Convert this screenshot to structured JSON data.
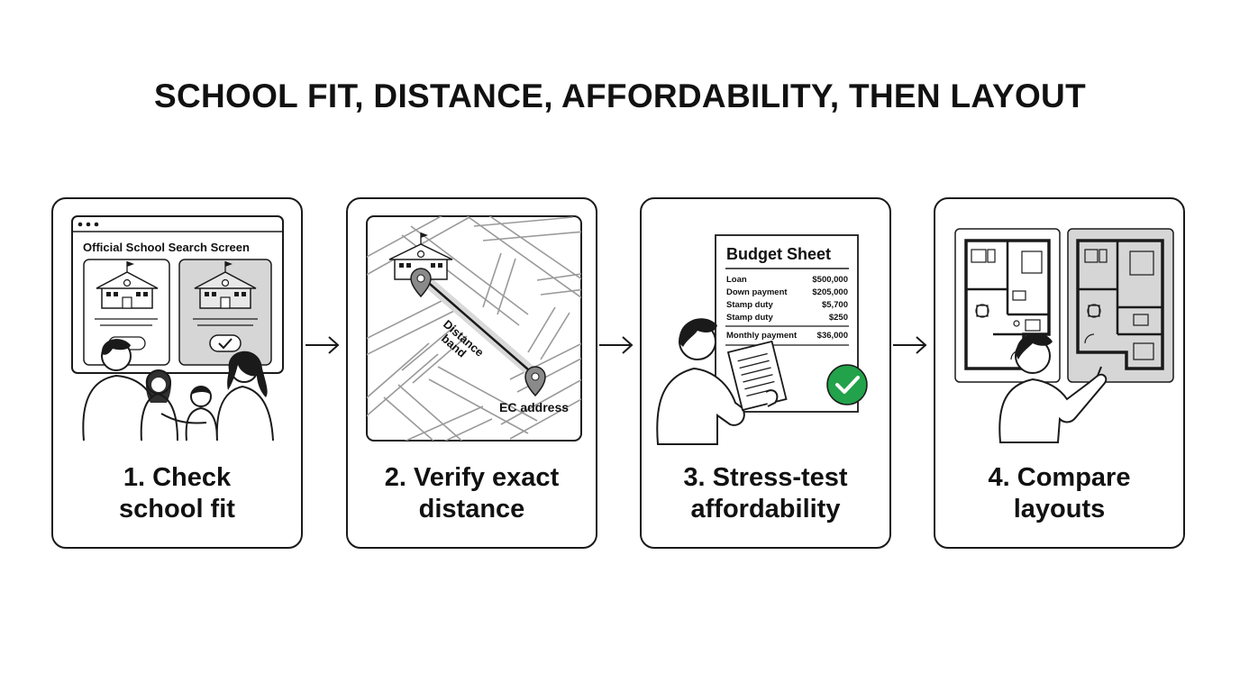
{
  "title": "SCHOOL FIT, DISTANCE, AFFORDABILITY, THEN LAYOUT",
  "steps": [
    {
      "caption_line1": "1. Check",
      "caption_line2": "school fit",
      "screen_title": "Official School Search Screen",
      "icons": [
        "browser-window-icon",
        "school-building-icon",
        "checkmark-icon",
        "family-icon"
      ]
    },
    {
      "caption_line1": "2. Verify exact",
      "caption_line2": "distance",
      "band_label_line1": "Distance",
      "band_label_line2": "band",
      "pin_label": "EC address",
      "icons": [
        "street-map-icon",
        "school-building-icon",
        "map-pin-icon"
      ]
    },
    {
      "caption_line1": "3. Stress-test",
      "caption_line2": "affordability",
      "sheet_title": "Budget Sheet",
      "sheet_rows": [
        {
          "label": "Loan",
          "value": "$500,000"
        },
        {
          "label": "Down payment",
          "value": "$205,000"
        },
        {
          "label": "Stamp duty",
          "value": "$5,700"
        },
        {
          "label": "Stamp duty",
          "value": "$250"
        }
      ],
      "sheet_total": {
        "label": "Monthly payment",
        "value": "$36,000"
      },
      "accent_color": "#22a24a",
      "icons": [
        "budget-sheet-icon",
        "person-reading-icon",
        "green-check-icon"
      ]
    },
    {
      "caption_line1": "4. Compare",
      "caption_line2": "layouts",
      "icons": [
        "floor-plan-icon",
        "person-pointing-icon"
      ]
    }
  ],
  "connector_icon": "right-arrow-icon"
}
